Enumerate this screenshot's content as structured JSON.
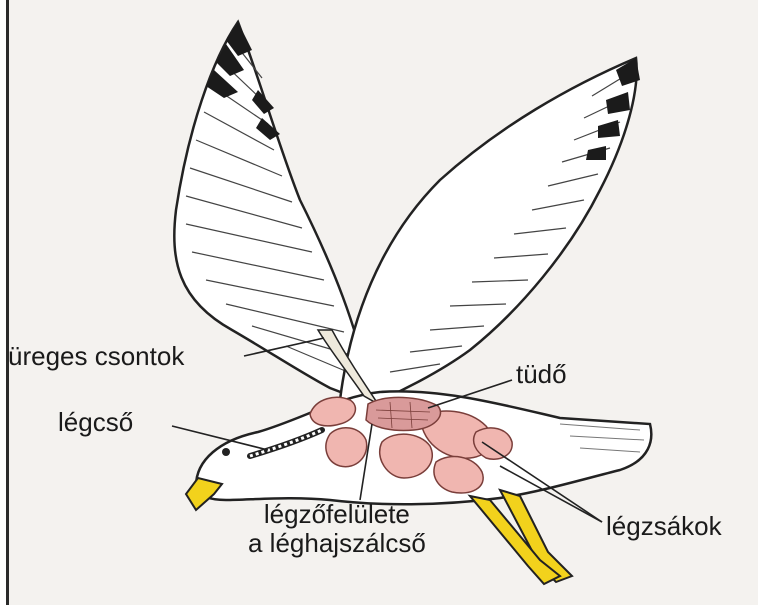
{
  "labels": {
    "hollow_bones": "üreges csontok",
    "lung": "tüdő",
    "trachea": "légcső",
    "respiratory_surface_line1": "légzőfelülete",
    "respiratory_surface_line2": "a léghajszálcső",
    "air_sacs": "légzsákok"
  },
  "colors": {
    "background": "#f4f2ef",
    "feather": "#ffffff",
    "wingtip": "#1b1b1b",
    "air_sac": "#f0b6b0",
    "lung": "#d99a9a",
    "beak_feet": "#f2d21c",
    "outline": "#222222"
  }
}
